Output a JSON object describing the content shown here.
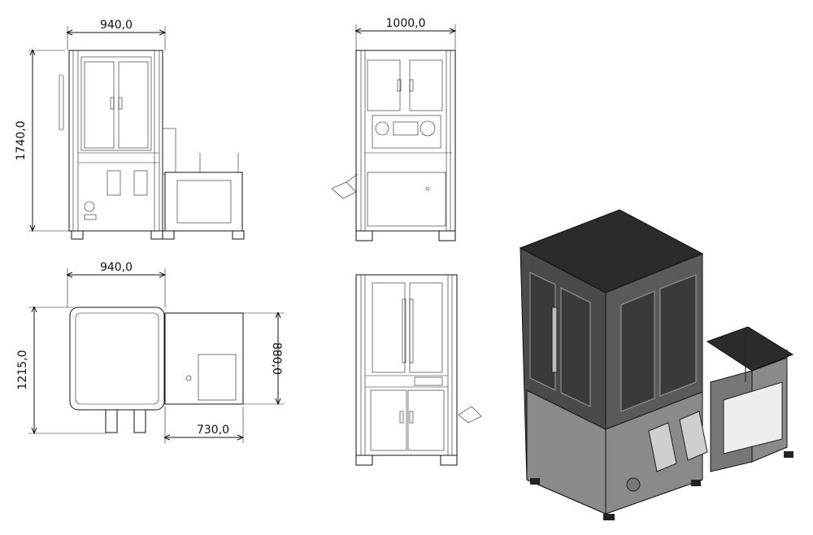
{
  "dimensions": {
    "front_width": "940,0",
    "side_width": "1000,0",
    "height": "1740,0",
    "top_width": "940,0",
    "top_depth": "1215,0",
    "aux_depth": "880,0",
    "aux_width": "730,0"
  },
  "colors": {
    "line": "#111111",
    "panel_dark": "#2b2b2b",
    "panel_mid": "#5a5a5a",
    "panel_light": "#8a8a8a",
    "glass": "#3a3a3a"
  }
}
